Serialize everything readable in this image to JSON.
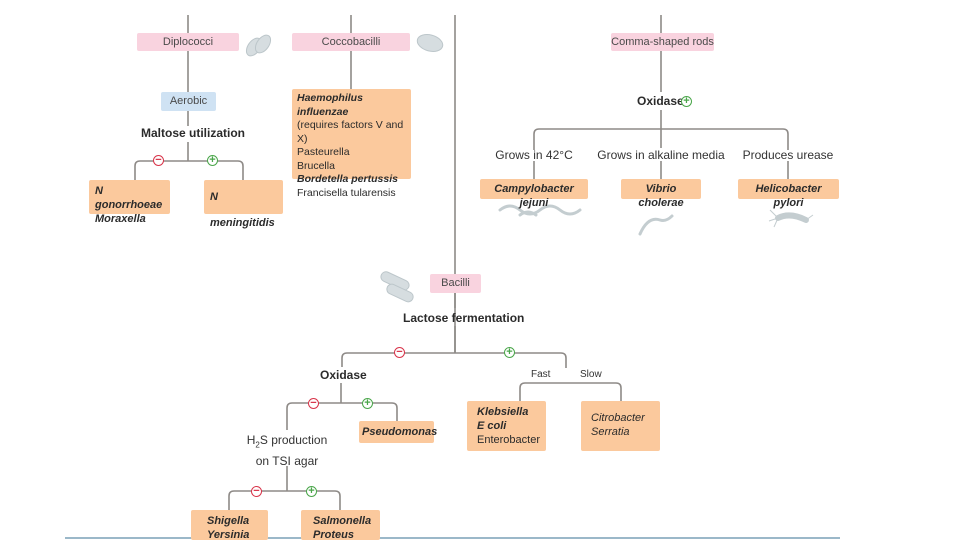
{
  "colors": {
    "category_fill": "#f9d3df",
    "aerobic_fill": "#cfe2f3",
    "organism_fill": "#fbc99d",
    "negative": "#d8344a",
    "positive": "#4aa64a",
    "line": "#8e8a87",
    "bacteria_shape": "#d6dde0"
  },
  "signs": {
    "negative": "−",
    "positive": "+"
  },
  "diplococci": {
    "label": "Diplococci",
    "aerobic": "Aerobic",
    "test": "Maltose utilization",
    "negative_box": [
      "N gonorrhoeae",
      "Moraxella"
    ],
    "positive_box": [
      "N meningitidis"
    ]
  },
  "coccobacilli": {
    "label": "Coccobacilli",
    "box": {
      "line1": "Haemophilus influenzae",
      "line2": "(requires factors V and X)",
      "line3": "Pasteurella",
      "line4": "Brucella",
      "line5": "Bordetella pertussis",
      "line6": "Francisella tularensis"
    }
  },
  "comma_rods": {
    "label": "Comma-shaped rods",
    "test": "Oxidase",
    "branches": [
      {
        "condition": "Grows in 42°C",
        "organism": "Campylobacter jejuni"
      },
      {
        "condition": "Grows in alkaline media",
        "organism": "Vibrio cholerae"
      },
      {
        "condition": "Produces urease",
        "organism": "Helicobacter pylori"
      }
    ]
  },
  "bacilli": {
    "label": "Bacilli",
    "test": "Lactose fermentation",
    "negative": {
      "test": "Oxidase",
      "positive_box": "Pseudomonas",
      "negative_test_line1": "H",
      "negative_test_sub": "2",
      "negative_test_line1b": "S production",
      "negative_test_line2": "on TSI agar",
      "h2s_negative_box": [
        "Shigella",
        "Yersinia"
      ],
      "h2s_positive_box": [
        "Salmonella",
        "Proteus"
      ]
    },
    "positive": {
      "fast_label": "Fast",
      "slow_label": "Slow",
      "fast_box": {
        "bold1": "Klebsiella",
        "bold2": "E coli",
        "plain": "Enterobacter"
      },
      "slow_box": [
        "Citrobacter",
        "Serratia"
      ]
    }
  }
}
